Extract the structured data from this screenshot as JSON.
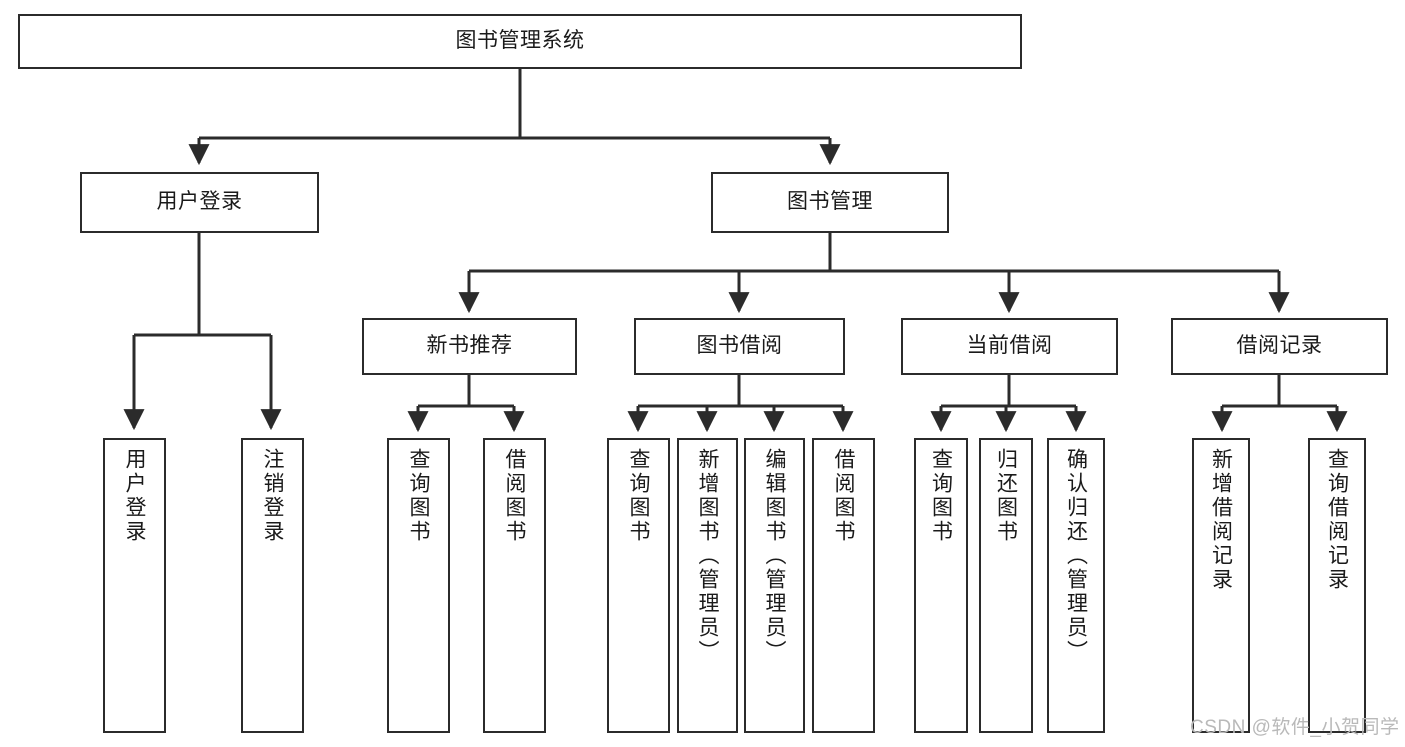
{
  "diagram": {
    "title": "图书管理系统",
    "type": "tree",
    "orientation": "top-down",
    "stroke_color": "#2b2b2b",
    "background_color": "#ffffff",
    "text_color": "#1a1a1a"
  },
  "nodes": {
    "root": {
      "label": "图书管理系统",
      "level": 0
    },
    "login": {
      "label": "用户登录",
      "level": 1
    },
    "book_manage": {
      "label": "图书管理",
      "level": 1
    },
    "new_book_rec": {
      "label": "新书推荐",
      "level": 2
    },
    "book_borrow": {
      "label": "图书借阅",
      "level": 2
    },
    "current_borrow": {
      "label": "当前借阅",
      "level": 2
    },
    "borrow_record": {
      "label": "借阅记录",
      "level": 2
    },
    "leaf_user_login": {
      "label": "用户登录",
      "level": 3
    },
    "leaf_logout": {
      "label": "注销登录",
      "level": 3
    },
    "leaf_query_book_1": {
      "label": "查询图书",
      "level": 3
    },
    "leaf_borrow_book_1": {
      "label": "借阅图书",
      "level": 3
    },
    "leaf_query_book_2": {
      "label": "查询图书",
      "level": 3
    },
    "leaf_add_book": {
      "label": "新增图书（管理员）",
      "level": 3
    },
    "leaf_edit_book": {
      "label": "编辑图书（管理员）",
      "level": 3
    },
    "leaf_borrow_book_2": {
      "label": "借阅图书",
      "level": 3
    },
    "leaf_query_book_3": {
      "label": "查询图书",
      "level": 3
    },
    "leaf_return_book": {
      "label": "归还图书",
      "level": 3
    },
    "leaf_confirm_return": {
      "label": "确认归还（管理员）",
      "level": 3
    },
    "leaf_add_record": {
      "label": "新增借阅记录",
      "level": 3
    },
    "leaf_query_record": {
      "label": "查询借阅记录",
      "level": 3
    }
  },
  "edges": [
    {
      "from": "root",
      "to": "login"
    },
    {
      "from": "root",
      "to": "book_manage"
    },
    {
      "from": "login",
      "to": "leaf_user_login"
    },
    {
      "from": "login",
      "to": "leaf_logout"
    },
    {
      "from": "book_manage",
      "to": "new_book_rec"
    },
    {
      "from": "book_manage",
      "to": "book_borrow"
    },
    {
      "from": "book_manage",
      "to": "current_borrow"
    },
    {
      "from": "book_manage",
      "to": "borrow_record"
    },
    {
      "from": "new_book_rec",
      "to": "leaf_query_book_1"
    },
    {
      "from": "new_book_rec",
      "to": "leaf_borrow_book_1"
    },
    {
      "from": "book_borrow",
      "to": "leaf_query_book_2"
    },
    {
      "from": "book_borrow",
      "to": "leaf_add_book"
    },
    {
      "from": "book_borrow",
      "to": "leaf_edit_book"
    },
    {
      "from": "book_borrow",
      "to": "leaf_borrow_book_2"
    },
    {
      "from": "current_borrow",
      "to": "leaf_query_book_3"
    },
    {
      "from": "current_borrow",
      "to": "leaf_return_book"
    },
    {
      "from": "current_borrow",
      "to": "leaf_confirm_return"
    },
    {
      "from": "borrow_record",
      "to": "leaf_add_record"
    },
    {
      "from": "borrow_record",
      "to": "leaf_query_record"
    }
  ],
  "watermark": {
    "text": "CSDN @软件_小贺同学"
  }
}
